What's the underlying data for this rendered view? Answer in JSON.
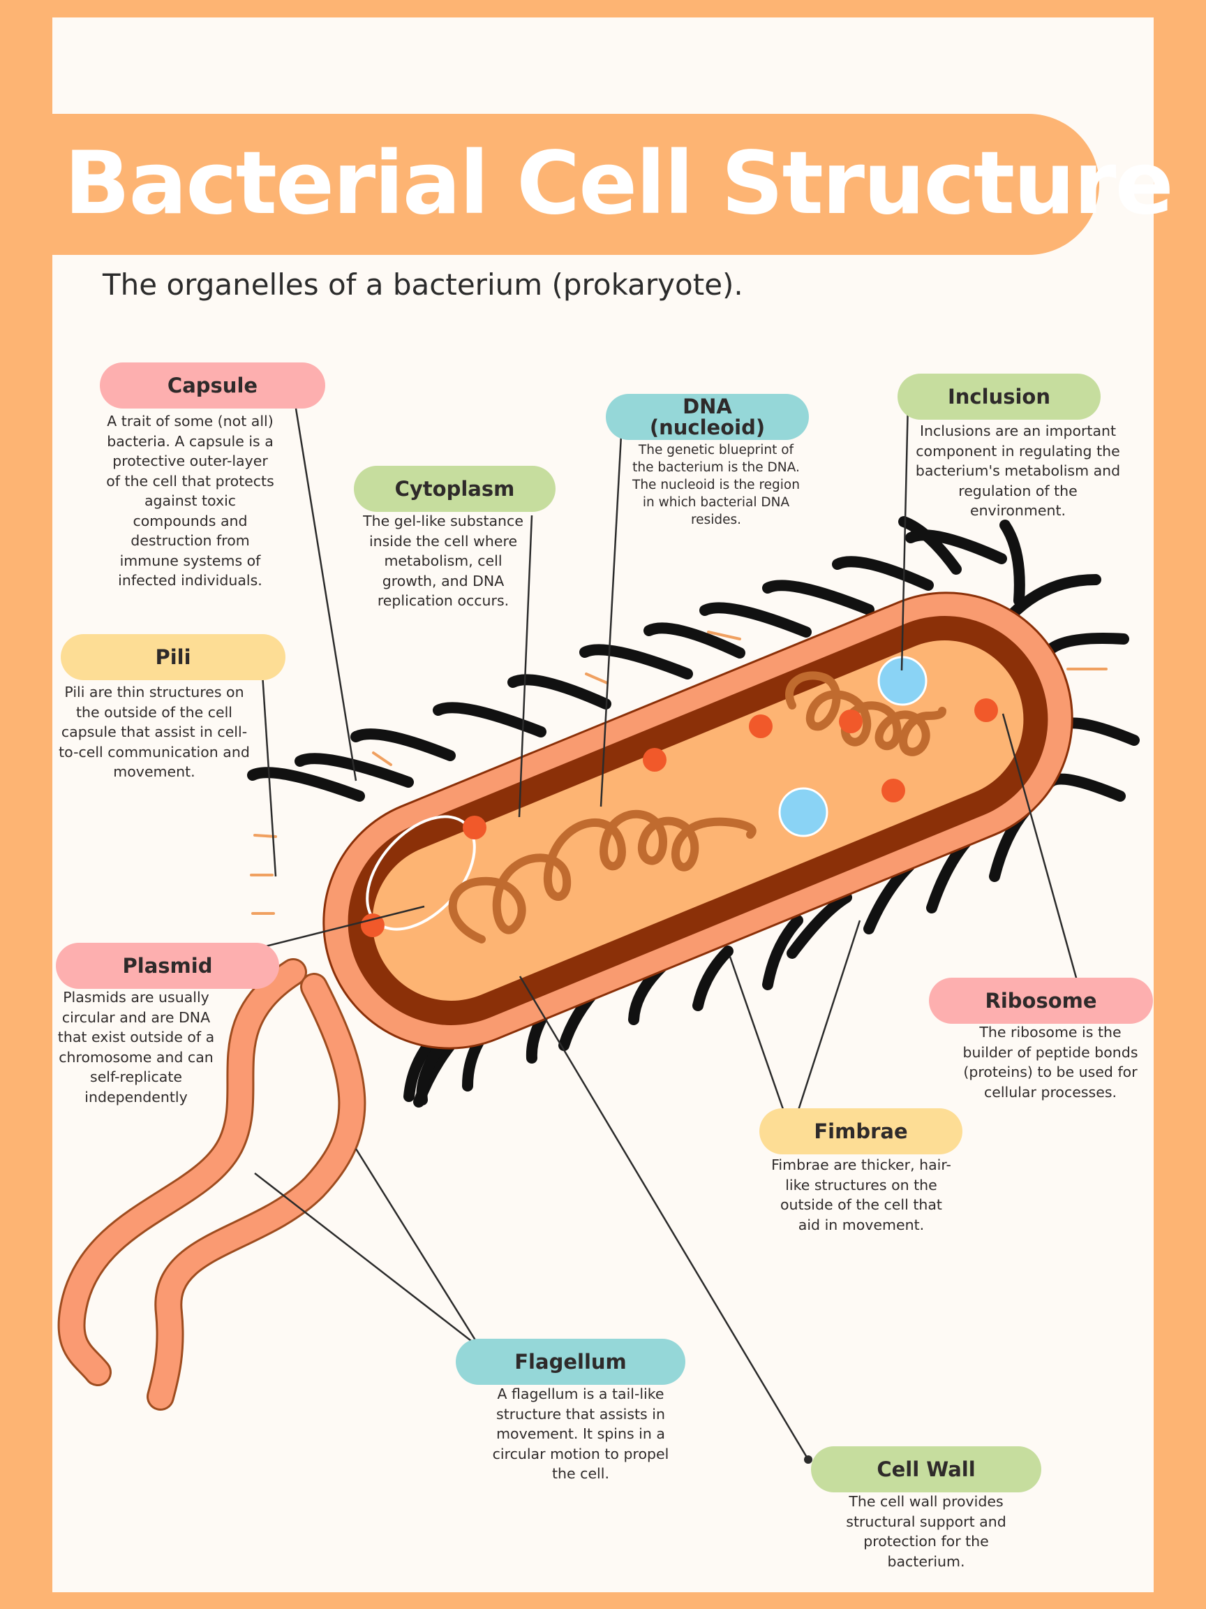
{
  "title": "Bacterial Cell Structure",
  "subtitle": "The organelles of a bacterium (prokaryote).",
  "colors": {
    "page_border": "#FDB473",
    "background": "#FEFAF5",
    "cell_wall_outer": "#F99B70",
    "cell_membrane": "#8B3008",
    "cytoplasm": "#FDB473",
    "dna": "#C06B2F",
    "ribosome": "#F1592A",
    "inclusion": "#8AD3F5",
    "appendage": "#111111",
    "pili_strand": "#F0A060"
  },
  "labels": {
    "capsule": {
      "name": "Capsule",
      "description": "A trait of some (not all) bacteria. A capsule is a protective outer-layer of the cell that protects against toxic compounds and destruction from immune systems of infected individuals."
    },
    "cytoplasm": {
      "name": "Cytoplasm",
      "description": "The gel-like substance inside the cell where metabolism, cell growth, and DNA replication occurs."
    },
    "dna": {
      "name": "DNA (nucleoid)",
      "description": "The genetic blueprint of the bacterium is the DNA. The nucleoid is the region in which bacterial DNA resides."
    },
    "inclusion": {
      "name": "Inclusion",
      "description": "Inclusions are an important component in regulating the bacterium's metabolism and regulation of the environment."
    },
    "pili": {
      "name": "Pili",
      "description": "Pili are thin structures on the outside of the cell capsule that assist in cell-to-cell communication and movement."
    },
    "plasmid": {
      "name": "Plasmid",
      "description": "Plasmids are usually circular and are DNA that exist outside of a chromosome and can self-replicate independently"
    },
    "ribosome": {
      "name": "Ribosome",
      "description": "The ribosome is the builder of peptide bonds (proteins) to be used for cellular processes."
    },
    "fimbrae": {
      "name": "Fimbrae",
      "description": "Fimbrae are thicker, hair-like structures on the outside of the cell that aid in movement."
    },
    "flagellum": {
      "name": "Flagellum",
      "description": "A flagellum is a tail-like structure that assists in movement. It spins in a circular motion to propel the cell."
    },
    "cell_wall": {
      "name": "Cell Wall",
      "description": "The cell wall provides structural support and protection for the bacterium."
    }
  }
}
